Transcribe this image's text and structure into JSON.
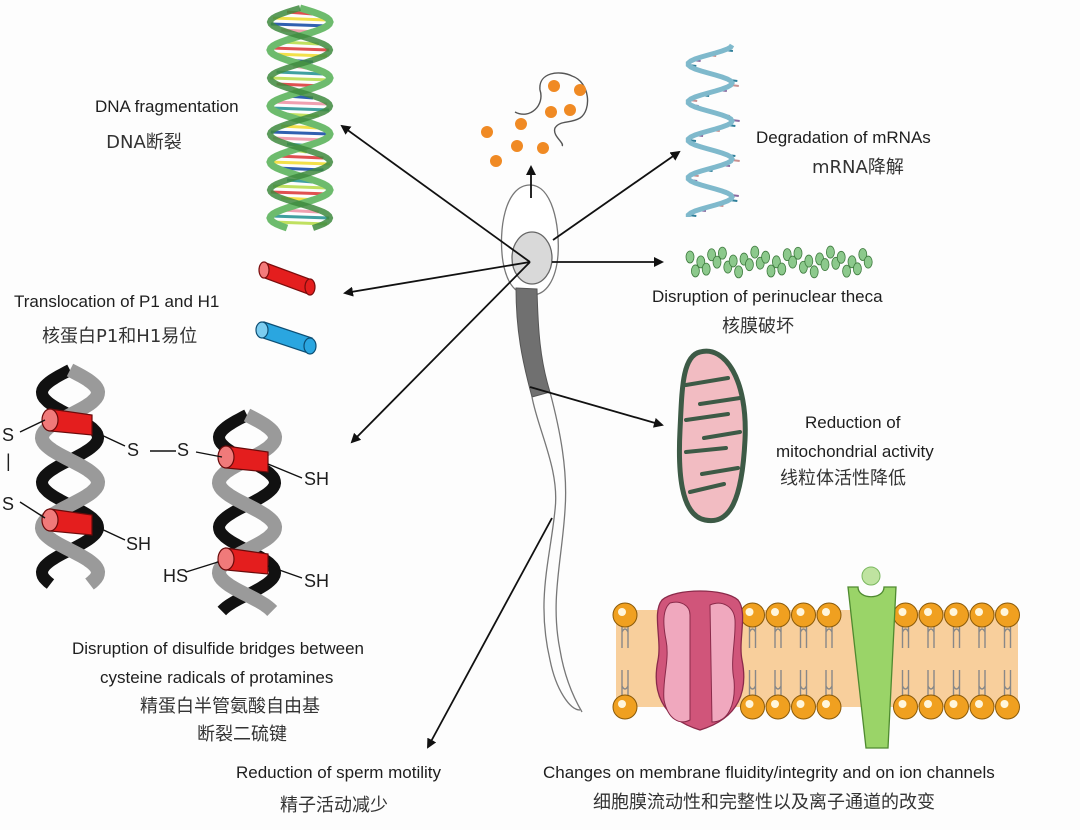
{
  "diagram": {
    "title": "Effects of oxidative stress on sperm",
    "center_element": "sperm-cell",
    "effects": [
      {
        "id": "dna",
        "en": "DNA fragmentation",
        "cn": "DNA断裂"
      },
      {
        "id": "mrna",
        "en": "Degradation of mRNAs",
        "cn": "mRNA降解"
      },
      {
        "id": "translocation",
        "en": "Translocation of P1 and H1",
        "cn": "核蛋白P1和H1易位"
      },
      {
        "id": "theca",
        "en": "Disruption of perinuclear theca",
        "cn": "核膜破坏"
      },
      {
        "id": "mito",
        "en_line1": "Reduction of",
        "en_line2": "mitochondrial activity",
        "cn": "线粒体活性降低"
      },
      {
        "id": "disulfide",
        "en_line1": "Disruption of disulfide bridges between",
        "en_line2": "cysteine radicals of protamines",
        "cn_line1": "精蛋白半管氨酸自由基",
        "cn_line2": "断裂二硫键"
      },
      {
        "id": "motility",
        "en": "Reduction of sperm motility",
        "cn": "精子活动减少"
      },
      {
        "id": "membrane",
        "en": "Changes on membrane fluidity/integrity and on ion channels",
        "cn": "细胞膜流动性和完整性以及离子通道的改变"
      }
    ],
    "chem_labels": {
      "s1": "S",
      "bar": "|",
      "s2": "S",
      "s3": "S",
      "s4": "S",
      "sh1": "SH",
      "sh2": "SH",
      "hs": "HS",
      "sh3": "SH"
    },
    "colors": {
      "dna_green": "#6dbb6d",
      "mrna_blue": "#5aa0b8",
      "theca_green": "#8cc98c",
      "mito_pink": "#f2bcc2",
      "mito_outline": "#3d5a46",
      "protamine_red": "#e41e1e",
      "histone_blue": "#2aa6e0",
      "head_gray": "#d9d9d9",
      "midpiece_gray": "#707070",
      "vesicle_orange": "#f08a24",
      "lipid_orange": "#f0a020",
      "membrane_fill": "#f8cf9c",
      "channel_pink": "#d0557a",
      "receptor_green": "#9ad468"
    }
  }
}
